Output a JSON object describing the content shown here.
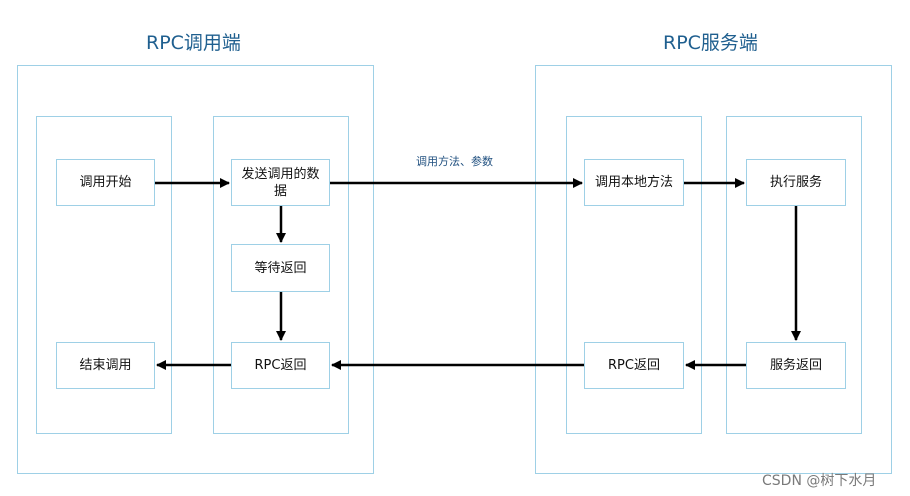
{
  "client": {
    "title": "RPC调用端"
  },
  "server": {
    "title": "RPC服务端"
  },
  "nodes": {
    "start_call": "调用开始",
    "send_data": "发送调用的数据",
    "wait_return": "等待返回",
    "rpc_return_client": "RPC返回",
    "end_call": "结束调用",
    "call_local": "调用本地方法",
    "execute": "执行服务",
    "service_return": "服务返回",
    "rpc_return_server": "RPC返回"
  },
  "edge_label": "调用方法、参数",
  "watermark": "CSDN @树下水月",
  "colors": {
    "container_border": "#9ed0e6",
    "title": "#1f5f8f",
    "arrow": "#000000"
  }
}
